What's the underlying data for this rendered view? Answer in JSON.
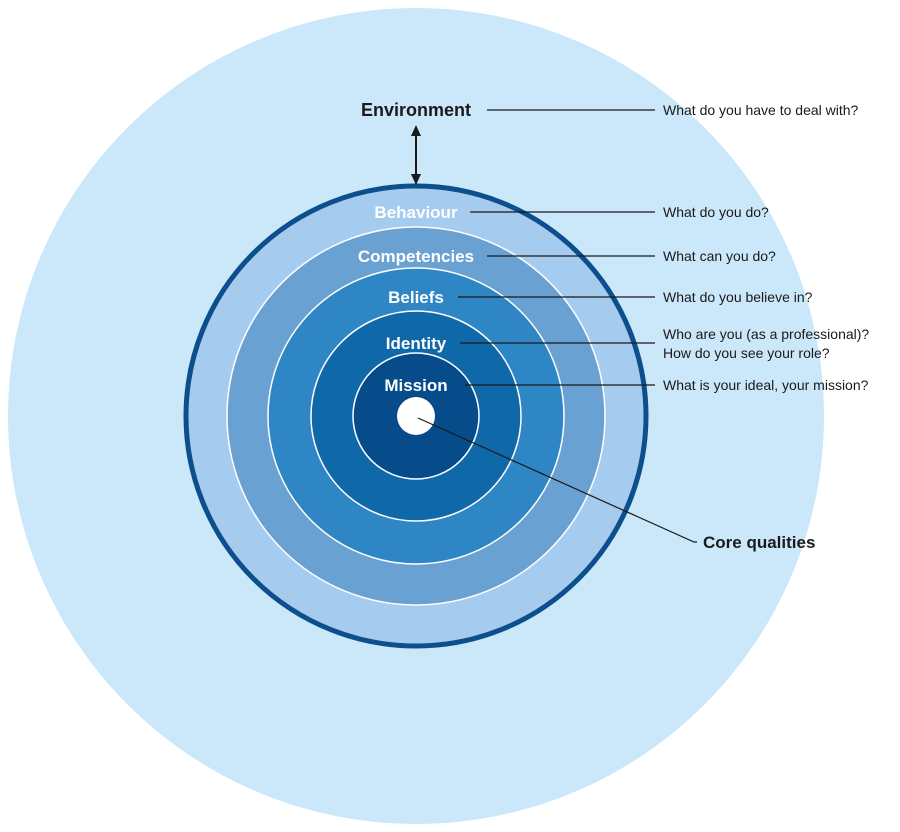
{
  "environment": {
    "label": "Environment",
    "question": "What do you have to deal with?"
  },
  "levels": [
    {
      "key": "behaviour",
      "label": "Behaviour",
      "question": "What do you do?"
    },
    {
      "key": "competencies",
      "label": "Competencies",
      "question": "What can you do?"
    },
    {
      "key": "beliefs",
      "label": "Beliefs",
      "question": "What do you believe in?"
    },
    {
      "key": "identity",
      "label": "Identity",
      "question_line1": "Who are you (as a professional)?",
      "question_line2": "How do you see your role?"
    },
    {
      "key": "mission",
      "label": "Mission",
      "question": "What is your ideal, your mission?"
    }
  ],
  "core": {
    "label": "Core qualities"
  },
  "colors": {
    "environment_fill": "#cbe7fa",
    "behaviour_fill": "#a5cbee",
    "competencies_fill": "#6aa1d3",
    "beliefs_fill": "#2e86c4",
    "identity_fill": "#0f68a8",
    "mission_fill": "#064b8a",
    "outline": "#0b4f8c",
    "line": "#1a1a1a"
  }
}
